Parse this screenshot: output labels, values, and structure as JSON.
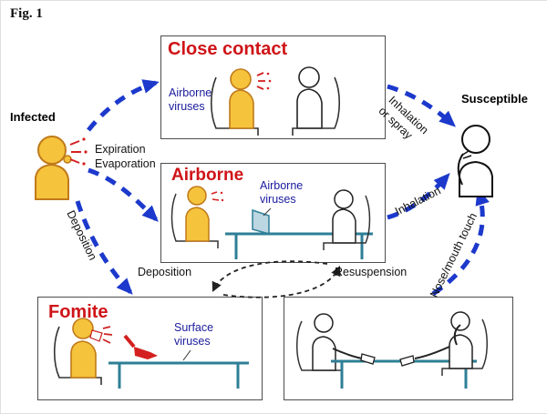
{
  "figure": {
    "label": "Fig. 1"
  },
  "actors": {
    "infected": {
      "label": "Infected"
    },
    "susceptible": {
      "label": "Susceptible"
    }
  },
  "boxes": {
    "close_contact": {
      "title": "Close contact",
      "note": "Airborne\nviruses"
    },
    "airborne": {
      "title": "Airborne",
      "note": "Airborne\nviruses"
    },
    "fomite": {
      "title": "Fomite",
      "note": "Surface\nviruses"
    }
  },
  "arrow_labels": {
    "expiration_evaporation": "Expiration\nEvaporation",
    "deposition_left": "Deposition",
    "deposition_mid": "Deposition",
    "resuspension": "Resuspension",
    "inhalation_or_spray": "Inhalation\nor spray",
    "inhalation": "Inhalation",
    "nose_mouth_touch": "Nose/mouth touch"
  },
  "colors": {
    "arrow_blue": "#1c39cc",
    "title_red": "#cf1418",
    "note_blue": "#1b1b9e",
    "infected_fill": "#f6c33c",
    "table_teal": "#2e7f96"
  }
}
